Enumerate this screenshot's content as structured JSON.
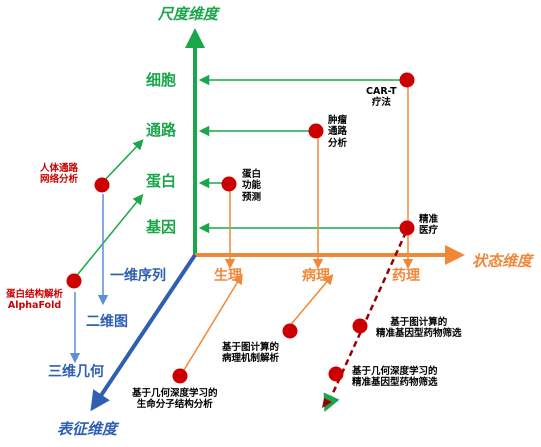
{
  "axes": {
    "scale": {
      "title": "尺度维度",
      "color": "#1aa64a",
      "ticks": [
        "细胞",
        "通路",
        "蛋白",
        "基因"
      ]
    },
    "state": {
      "title": "状态维度",
      "color": "#f0883a",
      "ticks": [
        "生理",
        "病理",
        "药理"
      ]
    },
    "representation": {
      "title": "表征维度",
      "color": "#2f5fb3",
      "ticks": [
        "一维序列",
        "二维图",
        "三维几何"
      ]
    }
  },
  "annotations": {
    "car_t": "CAR-T\n疗法",
    "tumor_pathway": "肿瘤\n通路\n分析",
    "protein_function": "蛋白\n功能\n预测",
    "precision_medicine": "精准\n医疗",
    "human_pathway_network": "人体通路\n网络分析",
    "alphafold": "蛋白结构解析\nAlphaFold",
    "graph_pathology": "基于图计算的\n病理机制解析",
    "geo_dl_molecule": "基于几何深度学习的\n生命分子结构分析",
    "graph_drug": "基于图计算的\n精准基因型药物筛选",
    "geo_dl_drug": "基于几何深度学习的\n精准基因型药物筛选"
  },
  "colors": {
    "point": "#cc0000",
    "dashed_line": "#990000",
    "connector_green": "#1aa64a",
    "connector_blue": "#5b8fd6",
    "connector_orange": "#f0883a"
  }
}
